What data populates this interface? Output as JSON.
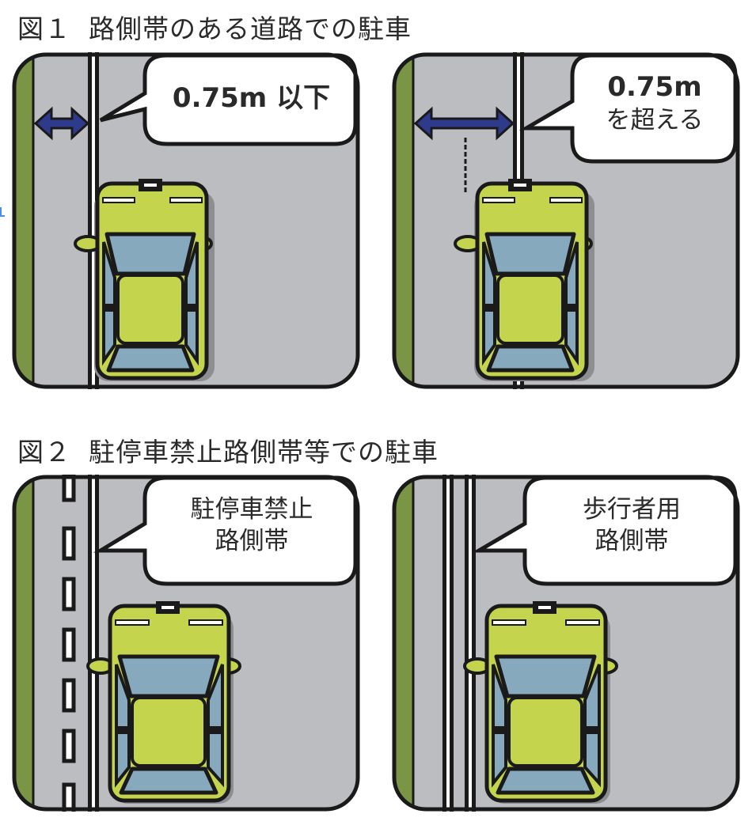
{
  "figures": [
    {
      "number": "図１",
      "title": "路側帯のある道路での駐車",
      "panels": [
        {
          "label_lines": [
            "0.75m 以下"
          ],
          "shoulder_width": "≤ 0.75m",
          "line_type": "single-solid"
        },
        {
          "label_lines": [
            "0.75m",
            "を超える"
          ],
          "shoulder_width": "> 0.75m",
          "line_type": "single-solid"
        }
      ]
    },
    {
      "number": "図２",
      "title": "駐停車禁止路側帯等での駐車",
      "panels": [
        {
          "label_lines": [
            "駐停車禁止",
            "路側帯"
          ],
          "line_type": "solid-plus-dashed"
        },
        {
          "label_lines": [
            "歩行者用",
            "路側帯"
          ],
          "line_type": "double-solid"
        }
      ]
    }
  ],
  "colors": {
    "road": "#bcbdc1",
    "sidewalk": "#7a9546",
    "car_body": "#c4d44c",
    "car_glass": "#87a9bd",
    "arrow": "#2e3a8c",
    "outline": "#1a1a1a",
    "bubble": "#ffffff"
  }
}
